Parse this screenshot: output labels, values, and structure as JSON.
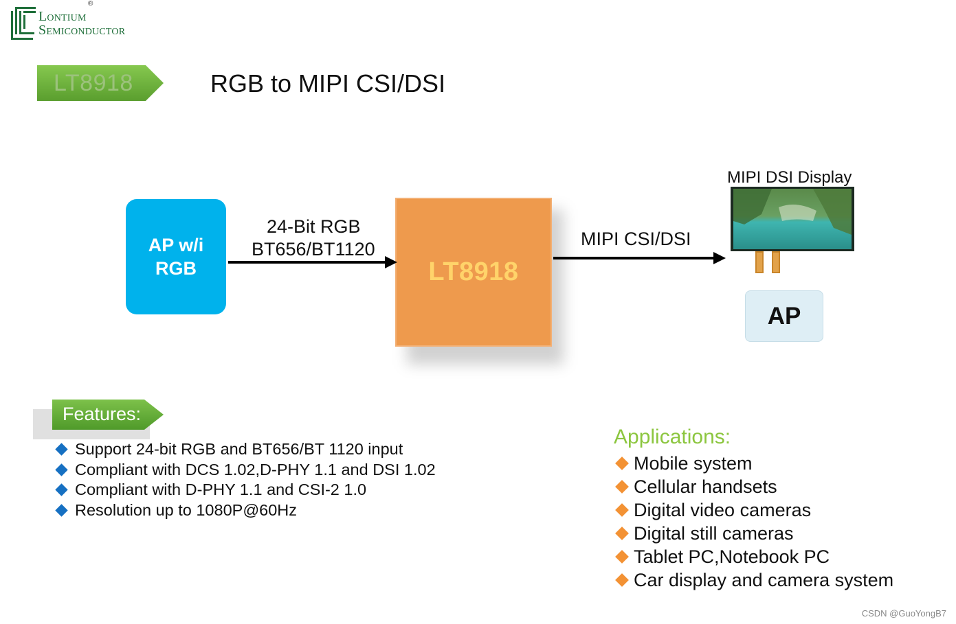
{
  "logo": {
    "line1": "Lontium",
    "line2": "Semiconductor",
    "registered": "®"
  },
  "part_tag": {
    "label": "LT8918"
  },
  "title": "RGB to MIPI CSI/DSI",
  "diagram": {
    "source_block": {
      "line1": "AP w/i",
      "line2": "RGB"
    },
    "input_label": {
      "line1": "24-Bit RGB",
      "line2": "BT656/BT1120"
    },
    "chip": {
      "label": "LT8918"
    },
    "output_label": "MIPI CSI/DSI",
    "display_label": "MIPI  DSI Display",
    "sink_block": "AP"
  },
  "features": {
    "heading": "Features:",
    "items": [
      "Support 24-bit RGB and BT656/BT 1120 input",
      "Compliant with DCS 1.02,D-PHY 1.1 and DSI 1.02",
      "Compliant with D-PHY 1.1 and CSI-2 1.0",
      "Resolution up to 1080P@60Hz"
    ]
  },
  "applications": {
    "heading": "Applications:",
    "items": [
      "Mobile system",
      "Cellular handsets",
      "Digital video cameras",
      "Digital still cameras",
      "Tablet PC,Notebook PC",
      "Car display and camera system"
    ]
  },
  "watermark": "CSDN @GuoYongB7",
  "colors": {
    "source_block": "#00b2ec",
    "chip": "#ee9a4d",
    "chip_text": "#ffd36a",
    "tag_green": "#6fb33d",
    "applications_heading": "#8cc63f",
    "bullet_blue": "#1670c2",
    "bullet_orange": "#f39234"
  }
}
